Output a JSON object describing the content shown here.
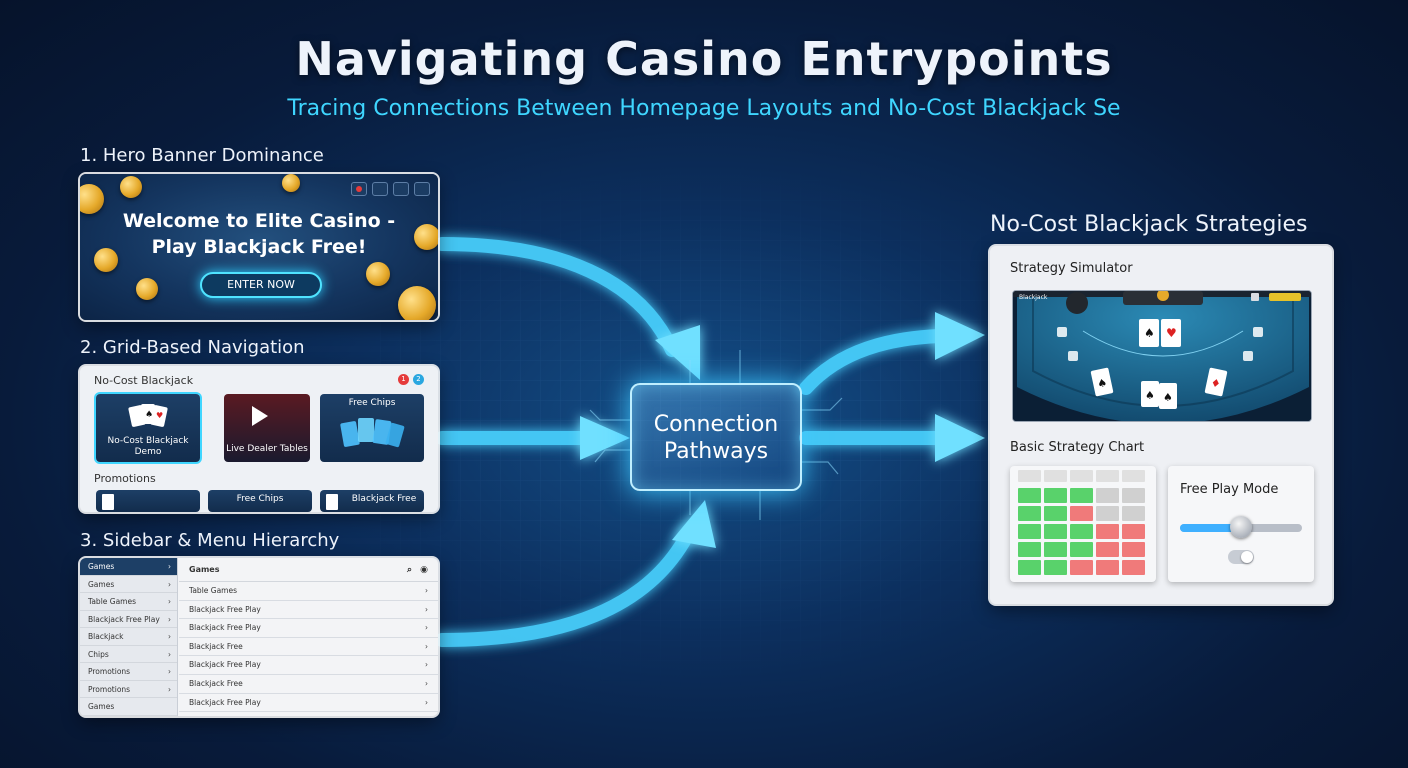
{
  "header": {
    "title": "Navigating Casino Entrypoints",
    "subtitle": "Tracing Connections Between Homepage Layouts and No-Cost Blackjack Se"
  },
  "sections": {
    "hero": {
      "label": "1. Hero Banner Dominance",
      "headline_line1": "Welcome to Elite Casino -",
      "headline_line2": "Play Blackjack Free!",
      "button": "ENTER NOW"
    },
    "grid": {
      "label": "2. Grid-Based Navigation",
      "title": "No-Cost Blackjack",
      "badges": [
        "1",
        "2"
      ],
      "tiles": [
        "No-Cost Blackjack Demo",
        "Live Dealer Tables",
        "Free Chips"
      ],
      "promotions_label": "Promotions",
      "promo_tiles": [
        "",
        "Free Chips",
        "Blackjack Free"
      ]
    },
    "sidebar": {
      "label": "3. Sidebar & Menu Hierarchy",
      "menu": [
        "Games",
        "Games",
        "Table Games",
        "Blackjack Free Play",
        "Blackjack",
        "Chips",
        "Promotions",
        "Promotions",
        "Games"
      ],
      "header": "Games",
      "rows": [
        "Table Games",
        "Blackjack Free Play",
        "Blackjack Free Play",
        "Blackjack Free",
        "Blackjack Free Play",
        "Blackjack Free",
        "Blackjack Free Play"
      ]
    }
  },
  "center": {
    "line1": "Connection",
    "line2": "Pathways"
  },
  "right": {
    "title": "No-Cost Blackjack Strategies",
    "simulator_label": "Strategy Simulator",
    "table_tag": "Blackjack",
    "chart_label": "Basic Strategy Chart",
    "free_play_label": "Free Play Mode",
    "slider_level": 0.5,
    "strategy_grid": [
      [
        "#e0e0e0",
        "#e0e0e0",
        "#e0e0e0",
        "#e0e0e0",
        "#e0e0e0"
      ],
      [
        "#59d26b",
        "#59d26b",
        "#59d26b",
        "#d0d0d0",
        "#d0d0d0"
      ],
      [
        "#59d26b",
        "#59d26b",
        "#f07a7a",
        "#d0d0d0",
        "#d0d0d0"
      ],
      [
        "#59d26b",
        "#59d26b",
        "#59d26b",
        "#f07a7a",
        "#f07a7a"
      ],
      [
        "#59d26b",
        "#59d26b",
        "#59d26b",
        "#f07a7a",
        "#f07a7a"
      ],
      [
        "#59d26b",
        "#59d26b",
        "#f07a7a",
        "#f07a7a",
        "#f07a7a"
      ]
    ]
  },
  "colors": {
    "accent_cyan": "#3fd6ff",
    "arrow": "#4ad2ff",
    "dark_navy": "#081b3b"
  }
}
